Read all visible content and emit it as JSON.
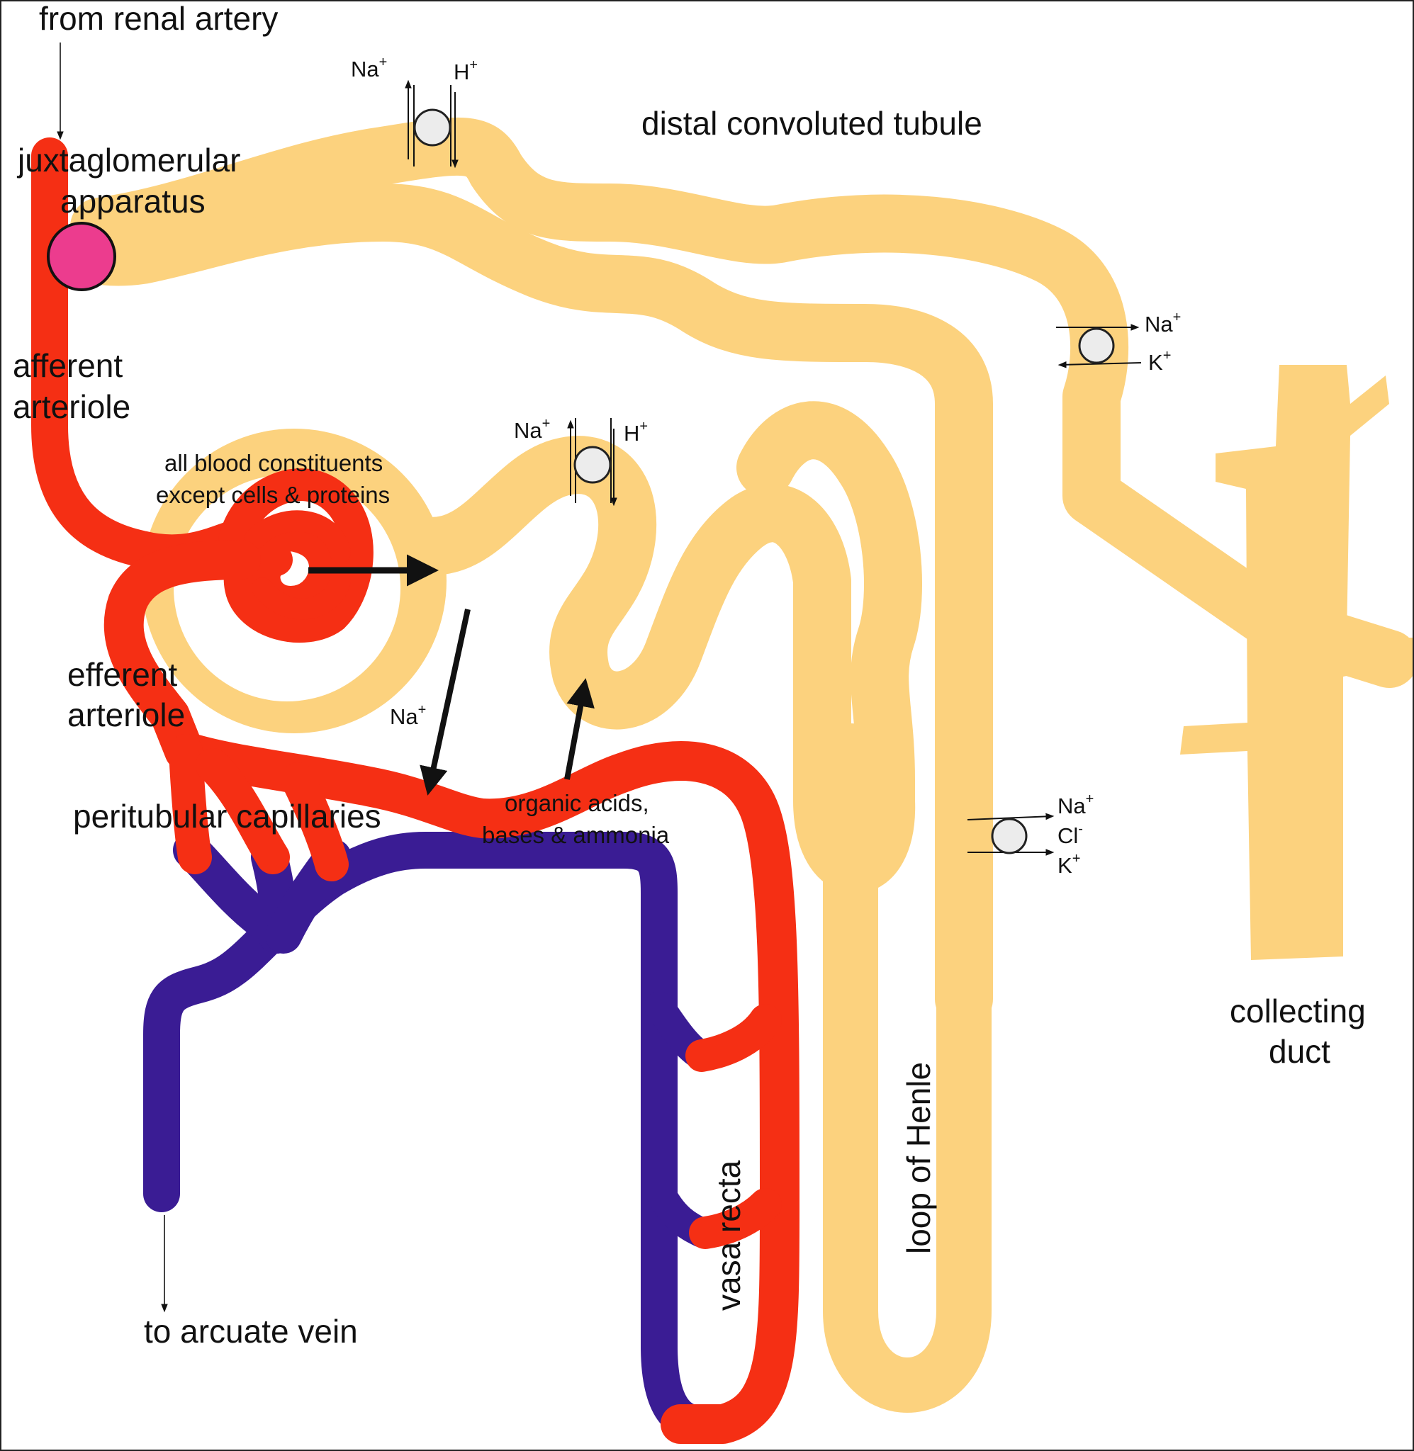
{
  "colors": {
    "tubule": "#fcd27e",
    "artery": "#f52f14",
    "vein": "#3a1c94",
    "jga": "#ec3c8e",
    "ink": "#111111",
    "transporter": "#ececec"
  },
  "labels": {
    "from_renal_artery": "from renal artery",
    "juxtaglomerular_1": "juxtaglomerular",
    "juxtaglomerular_2": "apparatus",
    "distal_tubule": "distal convoluted tubule",
    "afferent_1": "afferent",
    "afferent_2": "arteriole",
    "filtrate_1": "all blood constituents",
    "filtrate_2": "except cells & proteins",
    "efferent_1": "efferent",
    "efferent_2": "arteriole",
    "peritubular": "peritubular capillaries",
    "secretion_1": "organic acids,",
    "secretion_2": "bases & ammonia",
    "na_reabsorption": "Na+",
    "loop_of_henle": "loop of Henle",
    "vasa_recta": "vasa recta",
    "collecting_1": "collecting",
    "collecting_2": "duct",
    "to_arcuate_vein": "to arcuate vein"
  },
  "ions": {
    "top_exchanger": {
      "a": "Na",
      "a_sup": "+",
      "b": "H",
      "b_sup": "+"
    },
    "mid_exchanger": {
      "a": "Na",
      "a_sup": "+",
      "b": "H",
      "b_sup": "+"
    },
    "dct_pump": {
      "a": "Na",
      "a_sup": "+",
      "b": "K",
      "b_sup": "+"
    },
    "loop_cotransporter": {
      "a": "Na",
      "a_sup": "+",
      "b": "Cl",
      "b_sup": "-",
      "c": "K",
      "c_sup": "+"
    }
  }
}
